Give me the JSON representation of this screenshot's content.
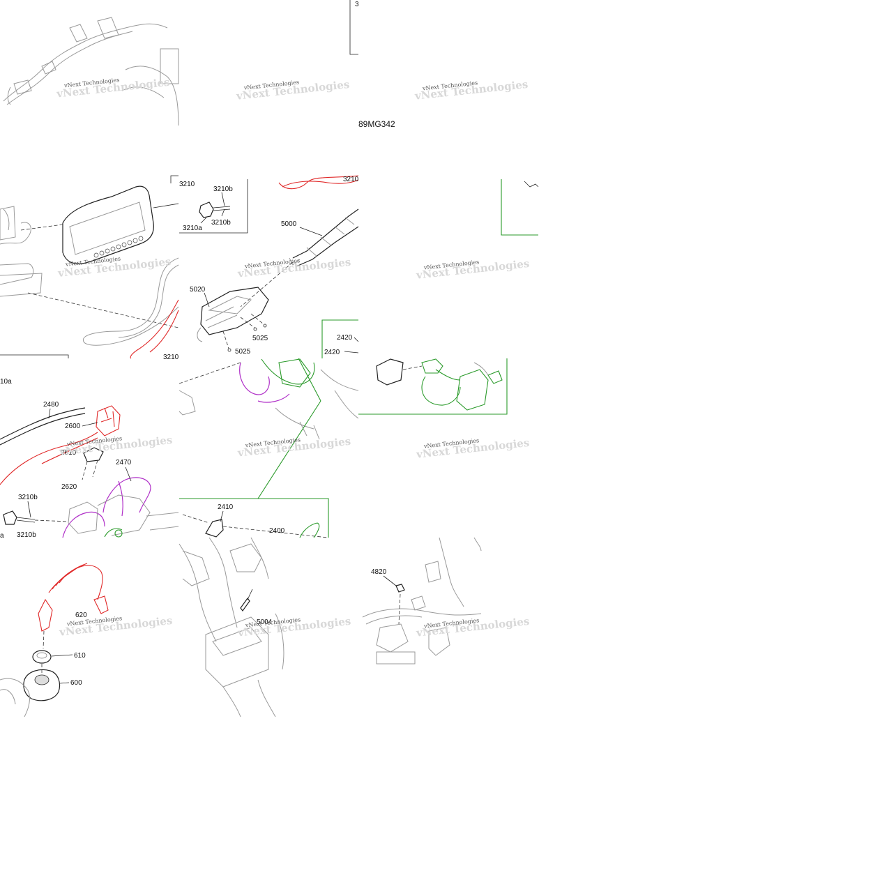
{
  "drawing_code": "89MG342",
  "watermark": "vNext Technologies",
  "part_labels": {
    "p3": "3",
    "p3210": "3210",
    "p3210a_1": "3210a",
    "p3210b_1": "3210b",
    "p3210b_2": "3210b",
    "p3210_cut": "3210",
    "p3210_bottom": "3210",
    "p5000": "5000",
    "p5020": "5020",
    "p5025_1": "5025",
    "p5025_2": "5025",
    "p2420_1": "2420",
    "p2420_2": "2420",
    "p10a": "10a",
    "p2480": "2480",
    "p2600": "2600",
    "p2610": "2610",
    "p2620": "2620",
    "p2470": "2470",
    "p3210b_3": "3210b",
    "p3210b_4": "3210b",
    "pa": "a",
    "p2410": "2410",
    "p2400": "2400",
    "p620": "620",
    "p610": "610",
    "p600": "600",
    "p5004": "5004",
    "p4820": "4820"
  },
  "colors": {
    "red": "#e02828",
    "green": "#2a9a2a",
    "purple": "#b030c8",
    "grey": "#9a9a9a"
  }
}
